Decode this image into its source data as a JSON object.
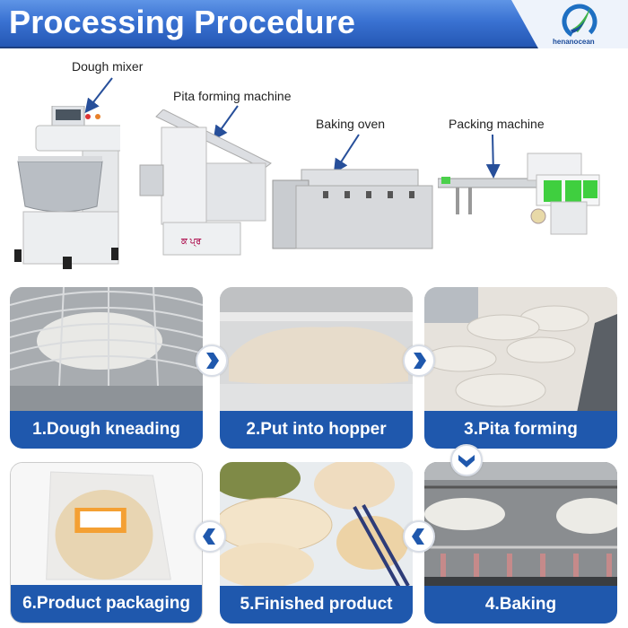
{
  "header": {
    "title": "Processing Procedure",
    "brand": "henanocean",
    "colors": {
      "band_top": "#5f95e6",
      "band_bottom": "#2457b4",
      "label_blue": "#1f58ad"
    }
  },
  "machines": [
    {
      "label": "Dough mixer"
    },
    {
      "label": "Pita forming machine"
    },
    {
      "label": "Baking oven"
    },
    {
      "label": "Packing machine"
    }
  ],
  "steps": [
    {
      "label": "1.Dough kneading"
    },
    {
      "label": "2.Put into hopper"
    },
    {
      "label": "3.Pita forming"
    },
    {
      "label": "4.Baking"
    },
    {
      "label": "5.Finished product"
    },
    {
      "label": "6.Product packaging"
    }
  ],
  "flow_arrows": [
    {
      "direction": "right"
    },
    {
      "direction": "right"
    },
    {
      "direction": "down"
    },
    {
      "direction": "left"
    },
    {
      "direction": "left"
    }
  ]
}
